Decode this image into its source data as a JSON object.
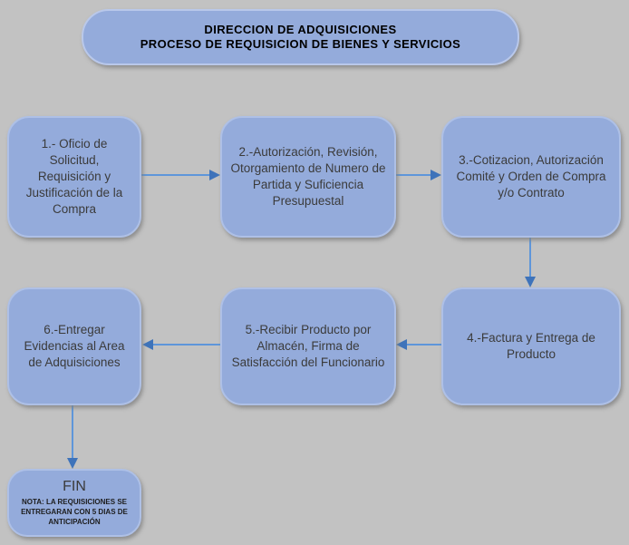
{
  "title": {
    "line1": "DIRECCION DE ADQUISICIONES",
    "line2": "PROCESO DE REQUISICION DE BIENES Y SERVICIOS"
  },
  "nodes": [
    {
      "id": "1",
      "label": "1.- Oficio de Solicitud, Requisición y Justificación de la Compra"
    },
    {
      "id": "2",
      "label": "2.-Autorización, Revisión, Otorgamiento de Numero de  Partida y Suficiencia Presupuestal"
    },
    {
      "id": "3",
      "label": "3.-Cotizacion, Autorización Comité y Orden de Compra y/o Contrato"
    },
    {
      "id": "4",
      "label": "4.-Factura y Entrega de Producto"
    },
    {
      "id": "5",
      "label": "5.-Recibir Producto por Almacén, Firma de Satisfacción del Funcionario"
    },
    {
      "id": "6",
      "label": "6.-Entregar Evidencias al Area de Adquisiciones"
    }
  ],
  "fin": {
    "label": "FIN",
    "note": "NOTA: LA REQUISICIONES SE ENTREGARAN CON 5 DIAS DE ANTICIPACIÓN"
  },
  "edges": [
    {
      "from": "1",
      "to": "2",
      "direction": "right"
    },
    {
      "from": "2",
      "to": "3",
      "direction": "right"
    },
    {
      "from": "3",
      "to": "4",
      "direction": "down"
    },
    {
      "from": "4",
      "to": "5",
      "direction": "left"
    },
    {
      "from": "5",
      "to": "6",
      "direction": "left"
    },
    {
      "from": "6",
      "to": "FIN",
      "direction": "down"
    }
  ],
  "colors": {
    "background": "#c2c2c2",
    "box_fill": "#94abdb",
    "box_border": "#aec0e6",
    "arrow_line": "#5e96da",
    "arrow_head": "#3e73ba",
    "title_text": "#000000",
    "body_text": "#3b3b3b"
  }
}
